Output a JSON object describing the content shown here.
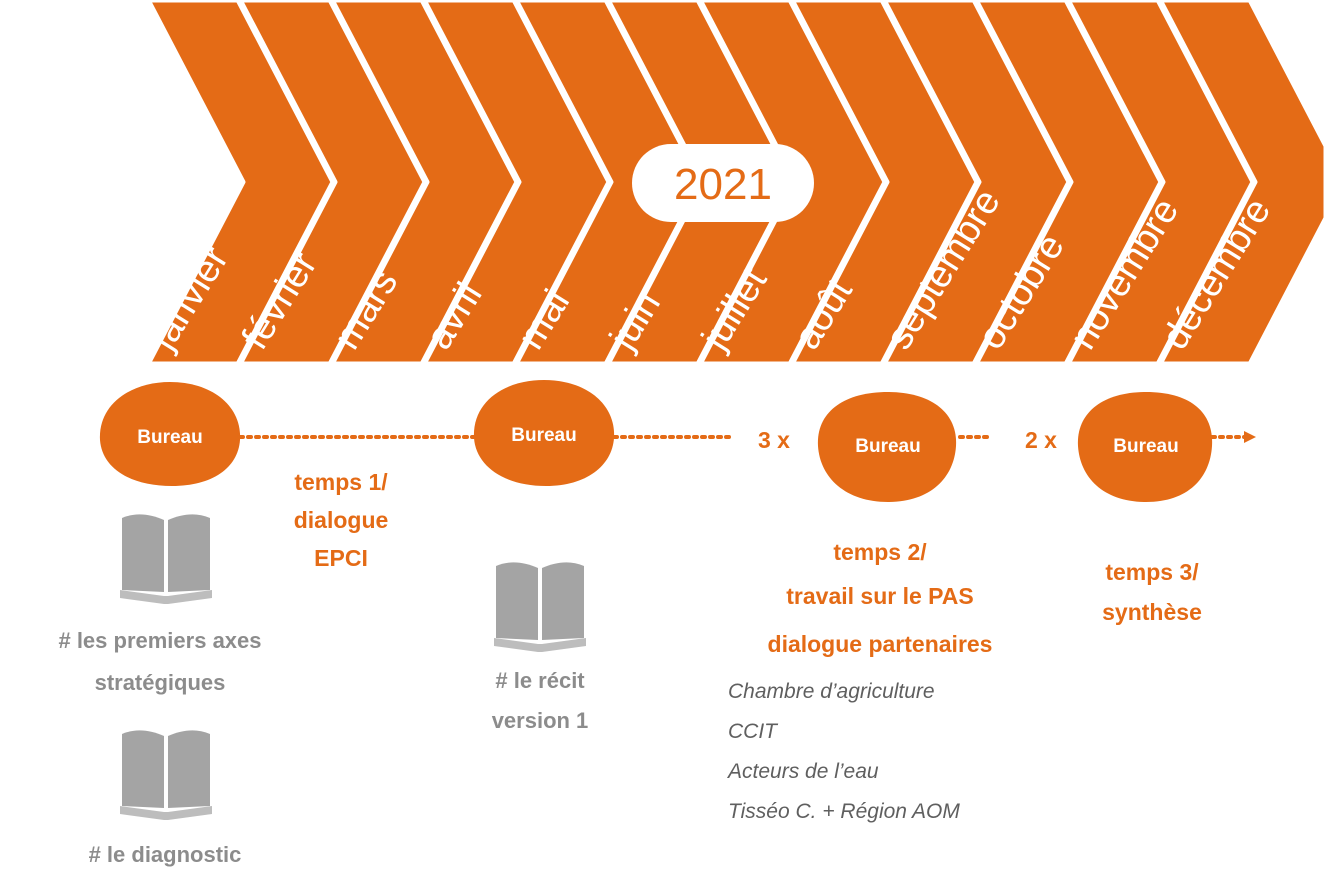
{
  "colors": {
    "orange": "#e46b16",
    "grey": "#a4a4a4",
    "dark_grey": "#5f5f5f",
    "white": "#ffffff"
  },
  "timeline": {
    "year": "2021",
    "months": [
      "janvier",
      "février",
      "mars",
      "avril",
      "mai",
      "juin",
      "juillet",
      "août",
      "septembre",
      "octobre",
      "novembre",
      "décembre"
    ]
  },
  "meetings": [
    {
      "label": "Bureau",
      "multiplier": ""
    },
    {
      "label": "Bureau",
      "multiplier": ""
    },
    {
      "label": "Bureau",
      "multiplier": "3 x"
    },
    {
      "label": "Bureau",
      "multiplier": "2 x"
    }
  ],
  "phases": [
    {
      "lines": [
        "temps 1/",
        "dialogue",
        "EPCI"
      ]
    },
    {
      "lines": [
        "temps 2/",
        "travail sur le PAS",
        "dialogue partenaires"
      ]
    },
    {
      "lines": [
        "temps 3/",
        "synthèse"
      ]
    }
  ],
  "partners": [
    "Chambre d’agriculture",
    "CCIT",
    "Acteurs de l’eau",
    "Tisséo C. + Région AOM"
  ],
  "deliverables": [
    {
      "icon": "book-icon",
      "lines": [
        "# les premiers axes",
        "stratégiques"
      ]
    },
    {
      "icon": "book-icon",
      "lines": [
        "# le diagnostic"
      ]
    },
    {
      "icon": "book-icon",
      "lines": [
        "# le récit",
        "version 1"
      ]
    }
  ]
}
